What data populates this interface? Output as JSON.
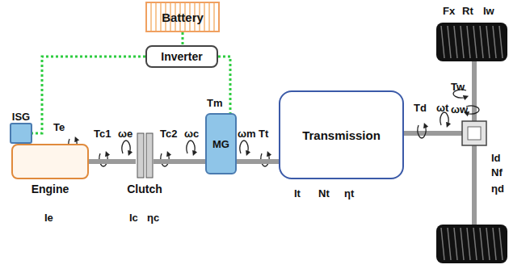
{
  "diagram": {
    "nodes": [
      {
        "text": [
          "Battery"
        ]
      },
      {
        "text": [
          "Inverter"
        ]
      },
      {
        "text": [
          "ISG"
        ]
      },
      {
        "text": [
          "Engine"
        ]
      },
      {
        "text": [
          "Clutch"
        ]
      },
      {
        "text": [
          "MG"
        ]
      },
      {
        "text": [
          "Transmission"
        ]
      }
    ],
    "edges": [
      {
        "from": 0,
        "to": 1,
        "arrow": "none"
      },
      {
        "from": 1,
        "to": 2,
        "arrow": "none"
      },
      {
        "from": 1,
        "to": 5,
        "arrow": "none"
      },
      {
        "from": 2,
        "to": 3,
        "arrow": "none"
      },
      {
        "from": 3,
        "to": 4,
        "arrow": "none"
      },
      {
        "from": 4,
        "to": 5,
        "arrow": "none"
      },
      {
        "from": 5,
        "to": 6,
        "arrow": "none"
      }
    ],
    "labels": [
      "Fx",
      "Rt",
      "Iw",
      "Tm",
      "Te",
      "Tc1",
      "ωe",
      "Tc2",
      "ωc",
      "ωm",
      "Tt",
      "Tw",
      "ωw",
      "Td",
      "ωt",
      "Id",
      "Nf",
      "ηd",
      "It",
      "Nt",
      "ηt",
      "Ie",
      "Ic",
      "ηc"
    ]
  }
}
